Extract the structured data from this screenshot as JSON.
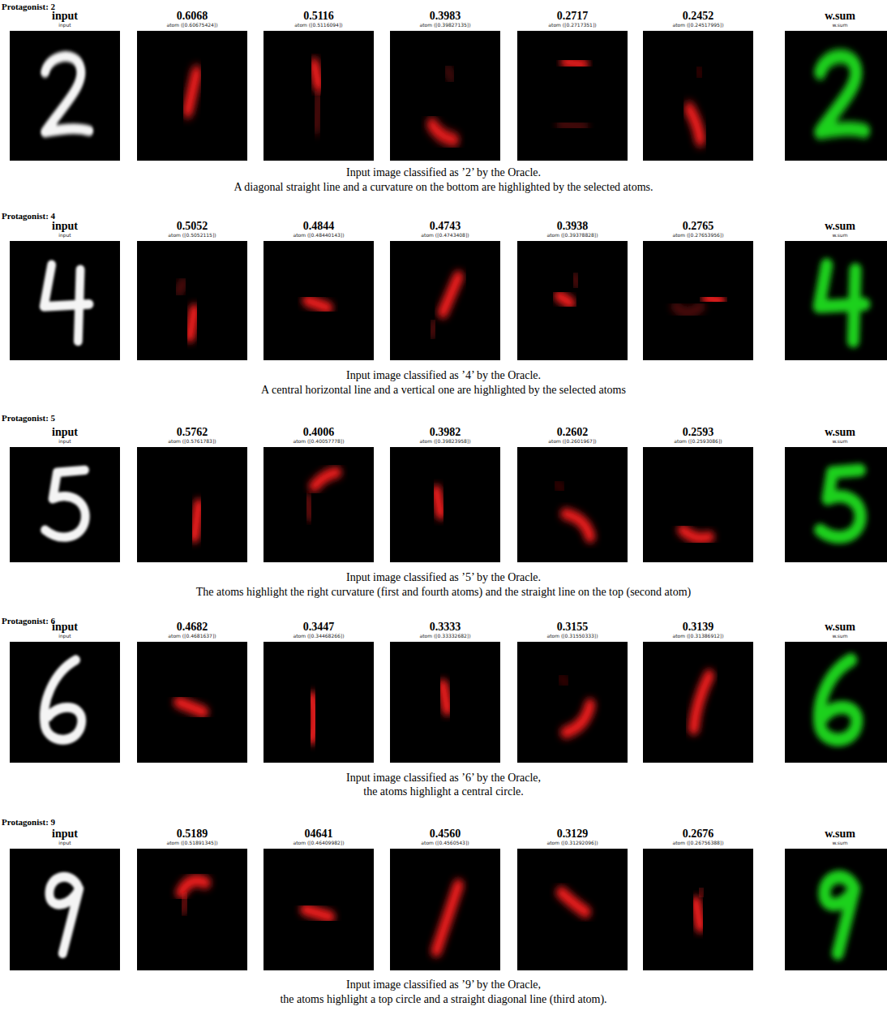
{
  "diagram": {
    "nodes": [
      {
        "text": [
          "input",
          "input"
        ]
      },
      {
        "text": [
          "0.6068",
          "atom ([0.60675424])"
        ]
      },
      {
        "text": [
          "0.5116",
          "atom ([0.5116094])"
        ]
      },
      {
        "text": [
          "0.3983",
          "atom ([0.39827135])"
        ]
      },
      {
        "text": [
          "0.2717",
          "atom ([0.2717351])"
        ]
      },
      {
        "text": [
          "0.2452",
          "atom ([0.24517995])"
        ]
      },
      {
        "text": [
          "w.sum",
          "w.sum"
        ]
      },
      {
        "text": [
          "input",
          "input"
        ]
      },
      {
        "text": [
          "0.5052",
          "atom ([0.5052115])"
        ]
      },
      {
        "text": [
          "0.4844",
          "atom ([0.48440143])"
        ]
      },
      {
        "text": [
          "0.4743",
          "atom ([0.4743408])"
        ]
      },
      {
        "text": [
          "0.3938",
          "atom ([0.39378828])"
        ]
      },
      {
        "text": [
          "0.2765",
          "atom ([0.27653956])"
        ]
      },
      {
        "text": [
          "w.sum",
          "w.sum"
        ]
      },
      {
        "text": [
          "input",
          "input"
        ]
      },
      {
        "text": [
          "0.5762",
          "atom ([0.5761783])"
        ]
      },
      {
        "text": [
          "0.4006",
          "atom ([0.40057778])"
        ]
      },
      {
        "text": [
          "0.3982",
          "atom ([0.39823958])"
        ]
      },
      {
        "text": [
          "0.2602",
          "atom ([0.2601967])"
        ]
      },
      {
        "text": [
          "0.2593",
          "atom ([0.2593086])"
        ]
      },
      {
        "text": [
          "w.sum",
          "w.sum"
        ]
      },
      {
        "text": [
          "input",
          "input"
        ]
      },
      {
        "text": [
          "0.4682",
          "atom ([0.4681637])"
        ]
      },
      {
        "text": [
          "0.3447",
          "atom ([0.34468266])"
        ]
      },
      {
        "text": [
          "0.3333",
          "atom ([0.33332682])"
        ]
      },
      {
        "text": [
          "0.3155",
          "atom ([0.31550333])"
        ]
      },
      {
        "text": [
          "0.3139",
          "atom ([0.31386912])"
        ]
      },
      {
        "text": [
          "w.sum",
          "w.sum"
        ]
      },
      {
        "text": [
          "input",
          "input"
        ]
      },
      {
        "text": [
          "0.5189",
          "atom ([0.51891345])"
        ]
      },
      {
        "text": [
          "04641",
          "atom ([0.46409982])"
        ]
      },
      {
        "text": [
          "0.4560",
          "atom ([0.4560543])"
        ]
      },
      {
        "text": [
          "0.3129",
          "atom ([0.31292096])"
        ]
      },
      {
        "text": [
          "0.2676",
          "atom ([0.26756388])"
        ]
      },
      {
        "text": [
          "w.sum",
          "w.sum"
        ]
      }
    ],
    "labels": [
      "Protagonist: 2",
      "Input image classified as ’2’ by the Oracle.",
      "A diagonal straight line and a curvature on the bottom are highlighted by the selected atoms.",
      "Protagonist: 4",
      "Input image classified as ’4’ by the Oracle.",
      "A central horizontal line and a vertical one are highlighted by the selected atoms",
      "Protagonist: 5",
      "Input image classified as ’5’ by the Oracle.",
      "The atoms highlight the right curvature (first and fourth atoms) and the straight line on the top (second atom)",
      "Protagonist: 6",
      "Input image classified as ’6’ by the Oracle,",
      "the atoms highlight a central circle.",
      "Protagonist: 9",
      "Input image classified as ’9’ by the Oracle,",
      "the atoms highlight a top circle and a straight diagonal line (third atom)."
    ]
  }
}
